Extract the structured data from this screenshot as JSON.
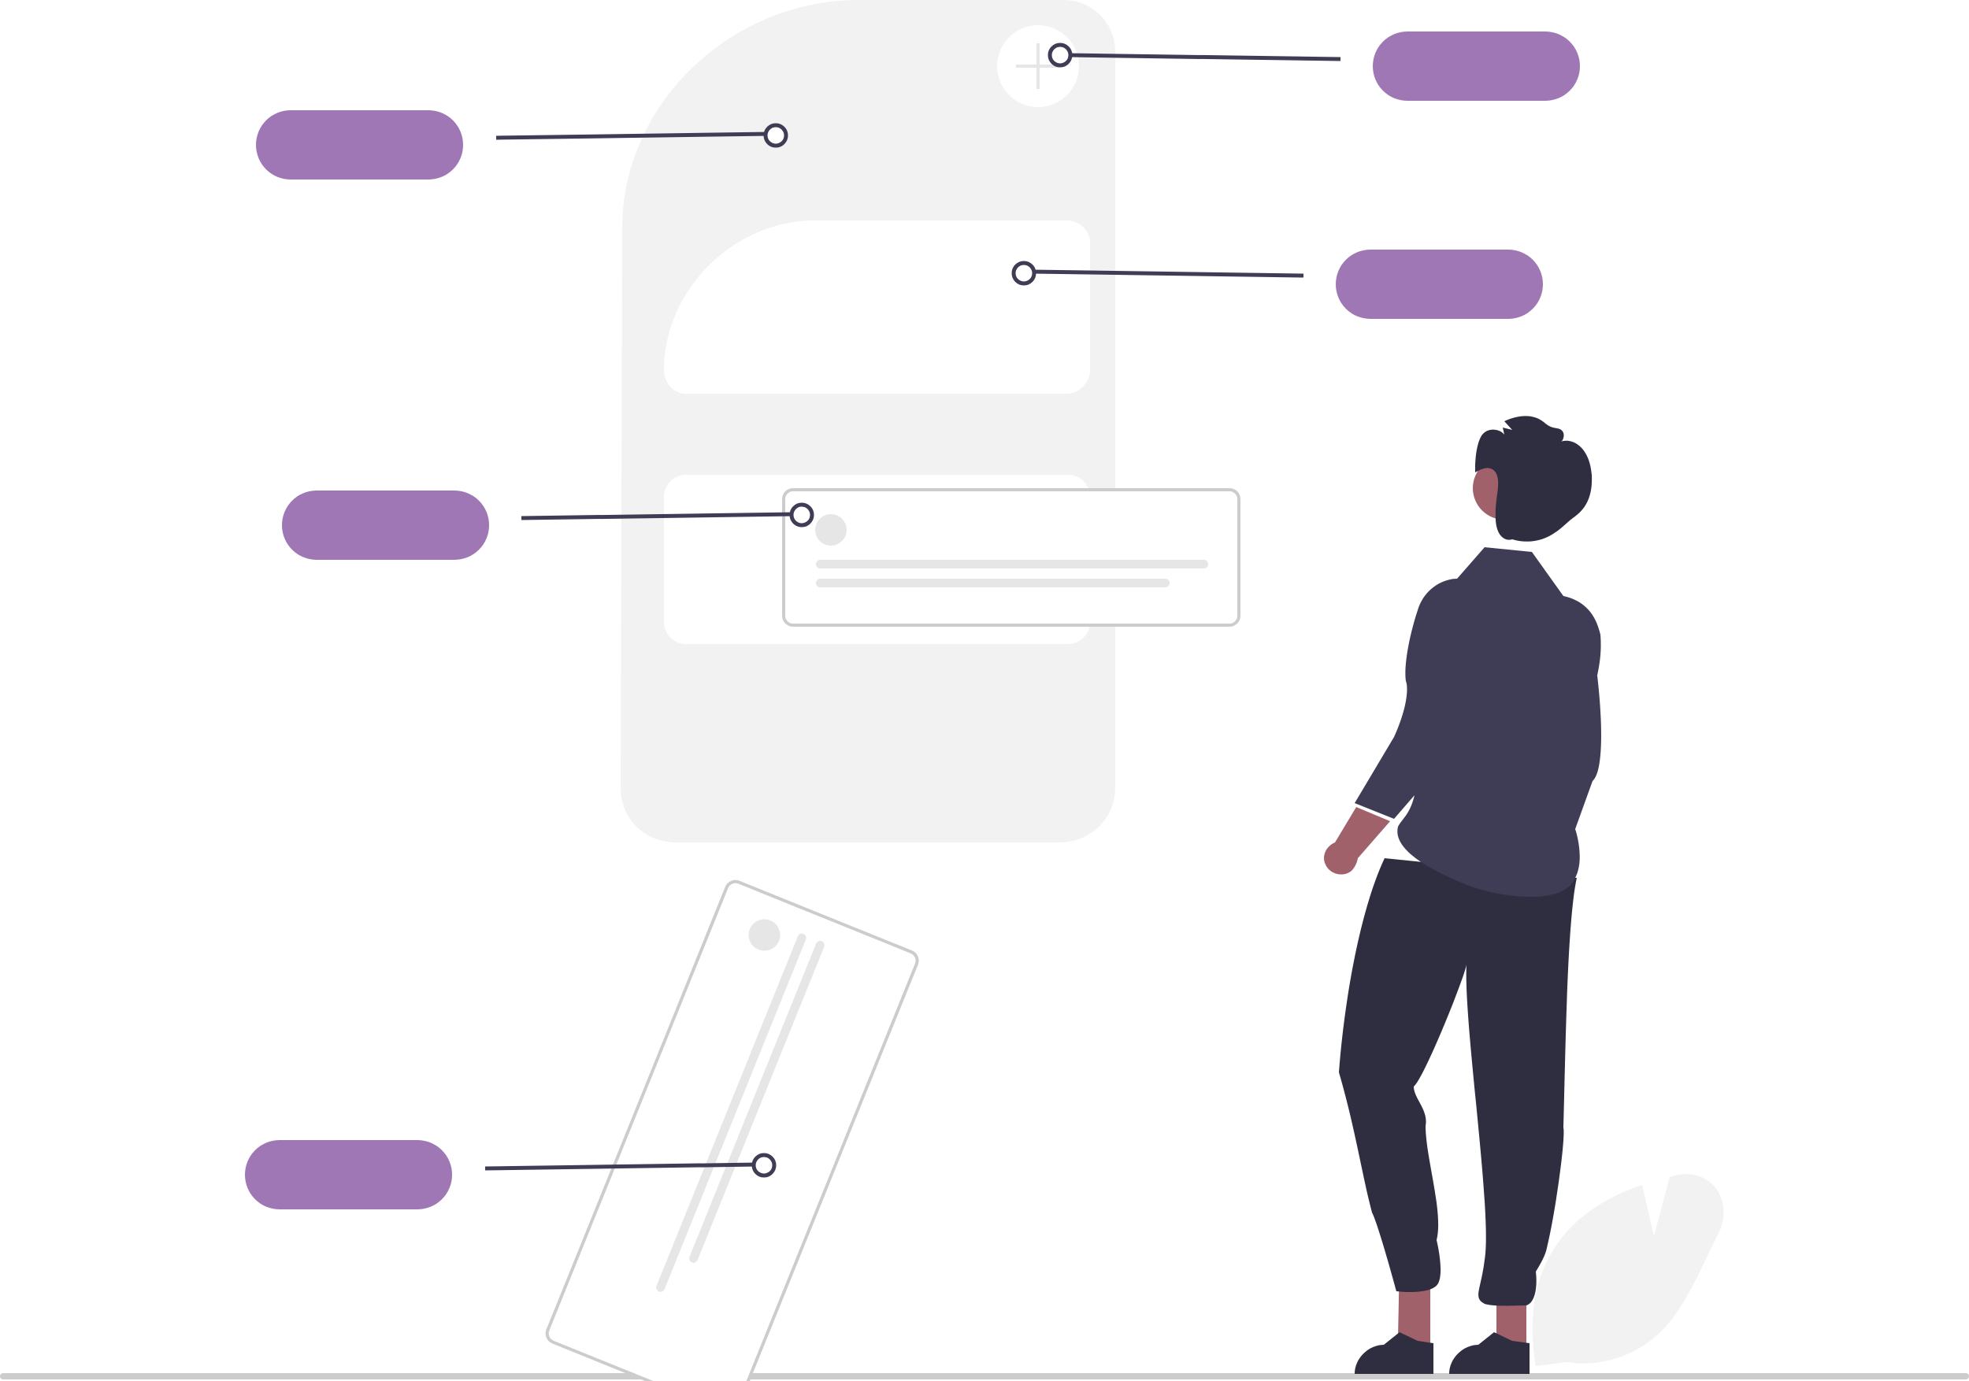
{
  "labels": [
    {
      "id": "label-top-left",
      "text": ""
    },
    {
      "id": "label-top-right",
      "text": ""
    },
    {
      "id": "label-middle-right",
      "text": ""
    },
    {
      "id": "label-middle-left",
      "text": ""
    },
    {
      "id": "label-bottom-left",
      "text": ""
    }
  ],
  "colors": {
    "label_fill": "#9e77b4",
    "connector": "#3f3d56",
    "phone_body": "#f2f2f2",
    "card_border": "#cccccc",
    "placeholder": "#e6e6e6",
    "person_dark": "#2f2e41",
    "person_shirt": "#3f3d56",
    "skin": "#a0616a",
    "ground": "#cccccc",
    "plant": "#f2f2f2"
  },
  "icons": [
    "plus-icon"
  ]
}
